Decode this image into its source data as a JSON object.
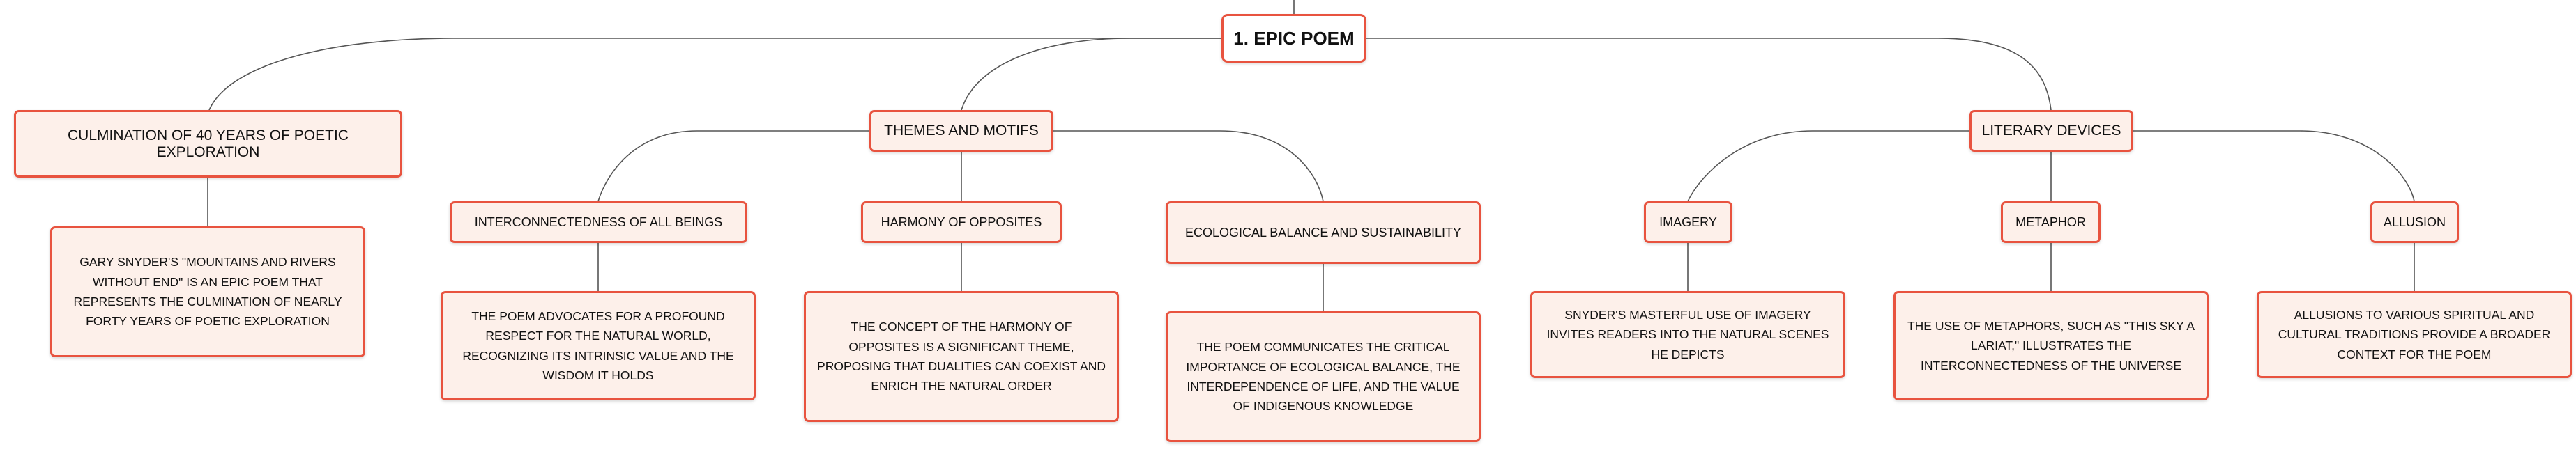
{
  "diagram": {
    "root": "1. EPIC POEM",
    "culmination": "CULMINATION OF 40 YEARS OF POETIC EXPLORATION",
    "culmination_detail": "GARY SNYDER'S \"MOUNTAINS AND RIVERS WITHOUT END\" IS AN EPIC POEM THAT REPRESENTS THE CULMINATION OF NEARLY FORTY YEARS OF POETIC EXPLORATION",
    "themes": "THEMES AND MOTIFS",
    "interconnectedness": "INTERCONNECTEDNESS OF ALL BEINGS",
    "interconnectedness_detail": "THE POEM ADVOCATES FOR A PROFOUND RESPECT FOR THE NATURAL WORLD, RECOGNIZING ITS INTRINSIC VALUE AND THE WISDOM IT HOLDS",
    "harmony": "HARMONY OF OPPOSITES",
    "harmony_detail": "THE CONCEPT OF THE HARMONY OF OPPOSITES IS A SIGNIFICANT THEME, PROPOSING THAT DUALITIES CAN COEXIST AND ENRICH THE NATURAL ORDER",
    "ecological": "ECOLOGICAL BALANCE AND SUSTAINABILITY",
    "ecological_detail": "THE POEM COMMUNICATES THE CRITICAL IMPORTANCE OF ECOLOGICAL BALANCE, THE INTERDEPENDENCE OF LIFE, AND THE VALUE OF INDIGENOUS KNOWLEDGE",
    "literary": "LITERARY DEVICES",
    "imagery": "IMAGERY",
    "imagery_detail": "SNYDER'S MASTERFUL USE OF IMAGERY INVITES READERS INTO THE NATURAL SCENES HE DEPICTS",
    "metaphor": "METAPHOR",
    "metaphor_detail": "THE USE OF METAPHORS, SUCH AS \"THIS SKY A LARIAT,\" ILLUSTRATES THE INTERCONNECTEDNESS OF THE UNIVERSE",
    "allusion": "ALLUSION",
    "allusion_detail": "ALLUSIONS TO VARIOUS SPIRITUAL AND CULTURAL TRADITIONS PROVIDE A BROADER CONTEXT FOR THE POEM"
  },
  "colors": {
    "node_fill": "#fdf0ea",
    "node_border": "#e8533f",
    "root_fill": "#ffffff",
    "connector": "#555555"
  }
}
